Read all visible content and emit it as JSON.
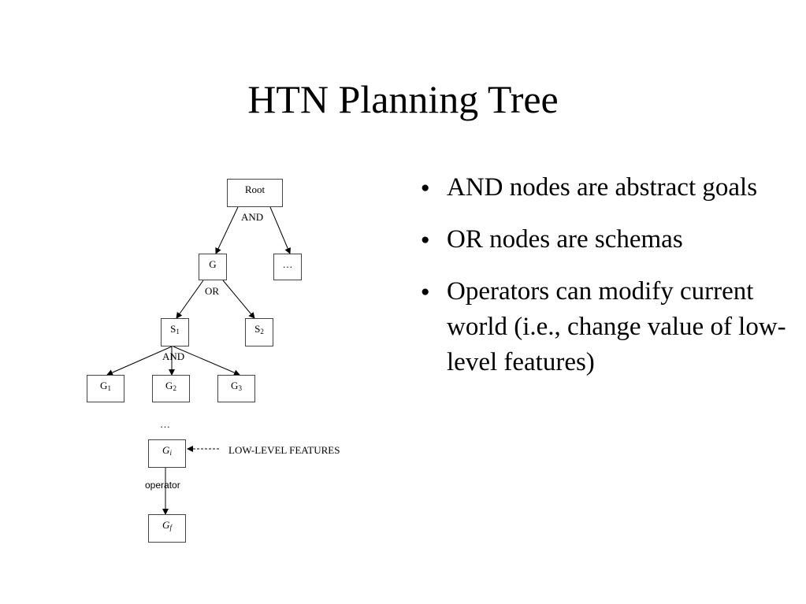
{
  "slide": {
    "title": "HTN Planning Tree",
    "bullet_glyph": "●",
    "bullets": [
      "AND nodes are abstract goals",
      "OR nodes are schemas",
      "Operators can modify current world (i.e., change value of low-level features)"
    ]
  },
  "diagram": {
    "nodes": {
      "root": "Root",
      "g": "G",
      "ellipsis_node": "…",
      "s1": "S",
      "s1_sub": "1",
      "s2": "S",
      "s2_sub": "2",
      "g1": "G",
      "g1_sub": "1",
      "g2": "G",
      "g2_sub": "2",
      "g3": "G",
      "g3_sub": "3",
      "gi": "G",
      "gi_sub": "i",
      "gf": "G",
      "gf_sub": "f"
    },
    "labels": {
      "and_top": "AND",
      "or": "OR",
      "and_bottom": "AND",
      "ellipsis": "…",
      "low_level_features": "LOW-LEVEL FEATURES",
      "operator": "operator"
    }
  }
}
